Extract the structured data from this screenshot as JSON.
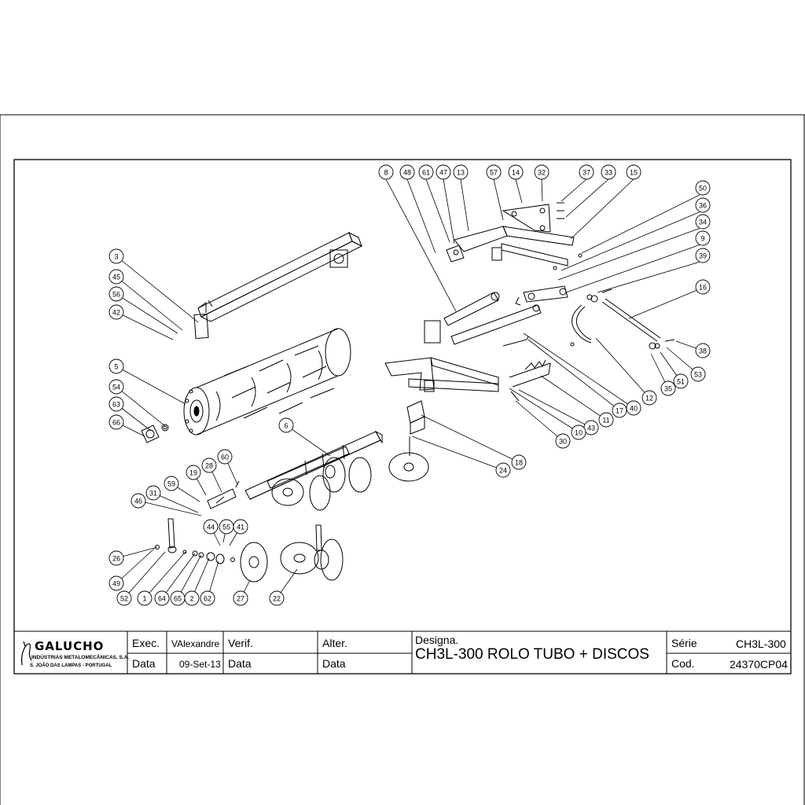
{
  "title_block": {
    "logo_text": "GALUCHO",
    "company_line1": "INDÚSTRIAS METALOMECÂNICAS, S.A.",
    "company_line2": "S. JOÃO DAS LAMPAS - PORTUGAL",
    "exec_label": "Exec.",
    "exec_value": "VAlexandre",
    "data_label": "Data",
    "data_value": "09-Set-13",
    "verif_label": "Verif.",
    "verif_data_label": "Data",
    "alter_label": "Alter.",
    "alter_data_label": "Data",
    "designa_label": "Designa.",
    "designa_value": "CH3L-300 ROLO  TUBO + DISCOS",
    "serie_label": "Série",
    "serie_value": "CH3L-300",
    "cod_label": "Cod.",
    "cod_value": "24370CP04"
  },
  "callouts": [
    {
      "id": "8",
      "label": "8"
    },
    {
      "id": "48",
      "label": "48"
    },
    {
      "id": "61",
      "label": "61"
    },
    {
      "id": "47",
      "label": "47"
    },
    {
      "id": "13",
      "label": "13"
    },
    {
      "id": "57",
      "label": "57"
    },
    {
      "id": "14",
      "label": "14"
    },
    {
      "id": "32",
      "label": "32"
    },
    {
      "id": "37",
      "label": "37"
    },
    {
      "id": "33",
      "label": "33"
    },
    {
      "id": "15",
      "label": "15"
    },
    {
      "id": "50",
      "label": "50"
    },
    {
      "id": "36",
      "label": "36"
    },
    {
      "id": "34",
      "label": "34"
    },
    {
      "id": "9",
      "label": "9"
    },
    {
      "id": "39",
      "label": "39"
    },
    {
      "id": "16",
      "label": "16"
    },
    {
      "id": "38",
      "label": "38"
    },
    {
      "id": "53",
      "label": "53"
    },
    {
      "id": "51",
      "label": "51"
    },
    {
      "id": "35",
      "label": "35"
    },
    {
      "id": "12",
      "label": "12"
    },
    {
      "id": "40",
      "label": "40"
    },
    {
      "id": "17",
      "label": "17"
    },
    {
      "id": "11",
      "label": "11"
    },
    {
      "id": "43",
      "label": "43"
    },
    {
      "id": "10",
      "label": "10"
    },
    {
      "id": "30",
      "label": "30"
    },
    {
      "id": "18",
      "label": "18"
    },
    {
      "id": "24",
      "label": "24"
    },
    {
      "id": "3",
      "label": "3"
    },
    {
      "id": "45",
      "label": "45"
    },
    {
      "id": "56",
      "label": "56"
    },
    {
      "id": "42",
      "label": "42"
    },
    {
      "id": "5",
      "label": "5"
    },
    {
      "id": "54",
      "label": "54"
    },
    {
      "id": "63",
      "label": "63"
    },
    {
      "id": "66",
      "label": "66"
    },
    {
      "id": "6",
      "label": "6"
    },
    {
      "id": "60",
      "label": "60"
    },
    {
      "id": "28",
      "label": "28"
    },
    {
      "id": "19",
      "label": "19"
    },
    {
      "id": "59",
      "label": "59"
    },
    {
      "id": "31",
      "label": "31"
    },
    {
      "id": "46",
      "label": "46"
    },
    {
      "id": "44",
      "label": "44"
    },
    {
      "id": "55",
      "label": "55"
    },
    {
      "id": "41",
      "label": "41"
    },
    {
      "id": "26",
      "label": "26"
    },
    {
      "id": "49",
      "label": "49"
    },
    {
      "id": "52",
      "label": "52"
    },
    {
      "id": "1",
      "label": "1"
    },
    {
      "id": "64",
      "label": "64"
    },
    {
      "id": "65",
      "label": "65"
    },
    {
      "id": "2",
      "label": "2"
    },
    {
      "id": "62",
      "label": "62"
    },
    {
      "id": "27",
      "label": "27"
    },
    {
      "id": "22",
      "label": "22"
    }
  ]
}
